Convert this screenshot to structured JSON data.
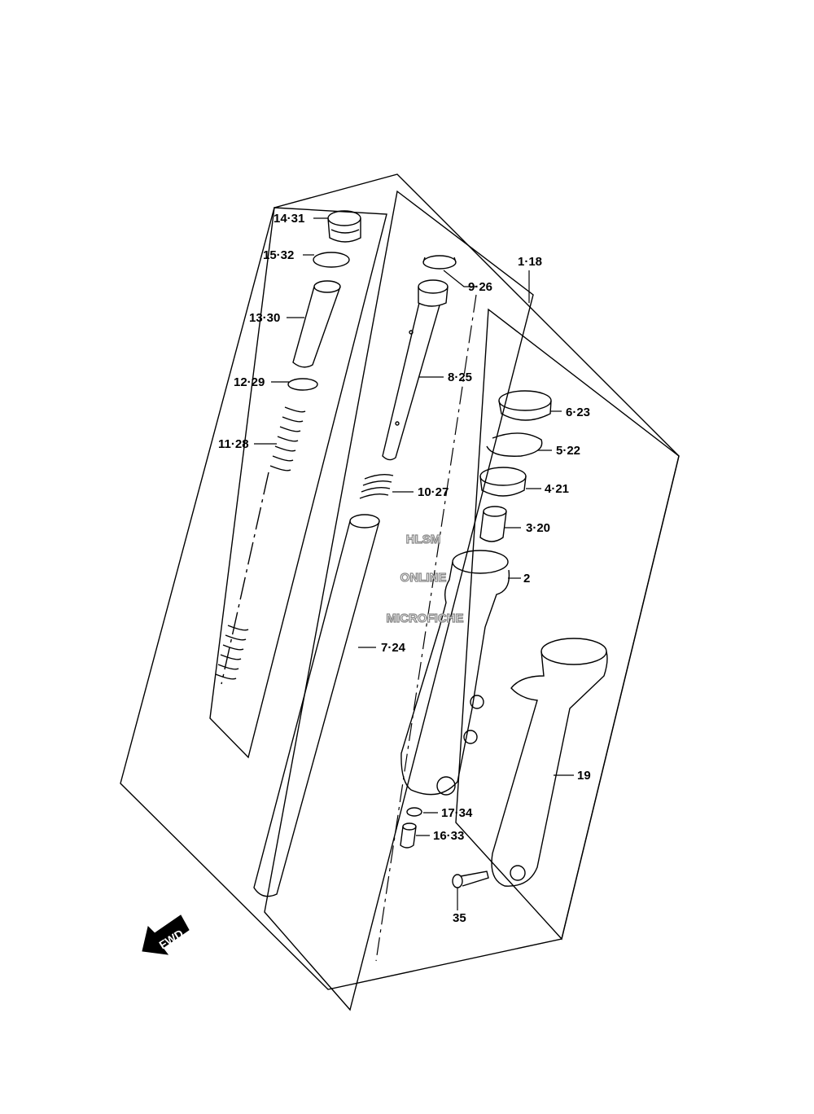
{
  "callouts": {
    "c14": "14·31",
    "c15": "15·32",
    "c13": "13·30",
    "c12": "12·29",
    "c11": "11·28",
    "c9": "9·26",
    "c1": "1·18",
    "c8": "8·25",
    "c6": "6·23",
    "c5": "5·22",
    "c10": "10·27",
    "c4": "4·21",
    "c3": "3·20",
    "c2": "2",
    "c7": "7·24",
    "c19": "19",
    "c17": "17·34",
    "c16": "16·33",
    "c35": "35"
  },
  "watermark": {
    "line1": "HLSM",
    "line2": "ONLINE",
    "line3": "MICROFICHE"
  },
  "direction_arrow": {
    "label": "FWD"
  }
}
